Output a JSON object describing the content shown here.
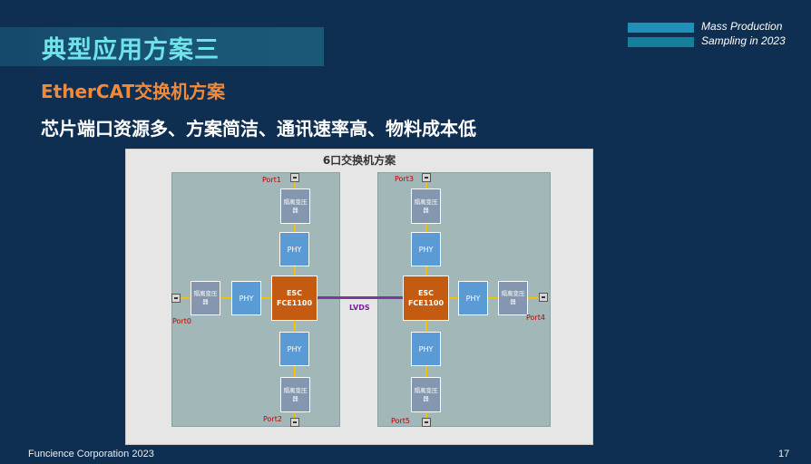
{
  "header": {
    "title": "典型应用方案三",
    "tag_line1": "Mass Production",
    "tag_line2": "Sampling in 2023"
  },
  "subtitle": "EtherCAT交换机方案",
  "bullet": "芯片端口资源多、方案简洁、通讯速率高、物料成本低",
  "diagram": {
    "title": "6口交换机方案",
    "phy_label": "PHY",
    "transformer_label": "隔离变压器",
    "esc_line1": "ESC",
    "esc_line2": "FCE1100",
    "link_label": "LVDS",
    "ports": [
      "Port0",
      "Port1",
      "Port2",
      "Port3",
      "Port4",
      "Port5"
    ]
  },
  "footer": {
    "company": "Funcience Corporation 2023",
    "page": "17"
  },
  "colors": {
    "background": "#0f2f52",
    "title": "#6fe3ea",
    "subtitle": "#f08a3a",
    "esc": "#c55a11",
    "phy": "#5b9bd5",
    "transformer": "#8597b0",
    "lvds": "#7a3a9a",
    "port_label": "#c00000"
  }
}
